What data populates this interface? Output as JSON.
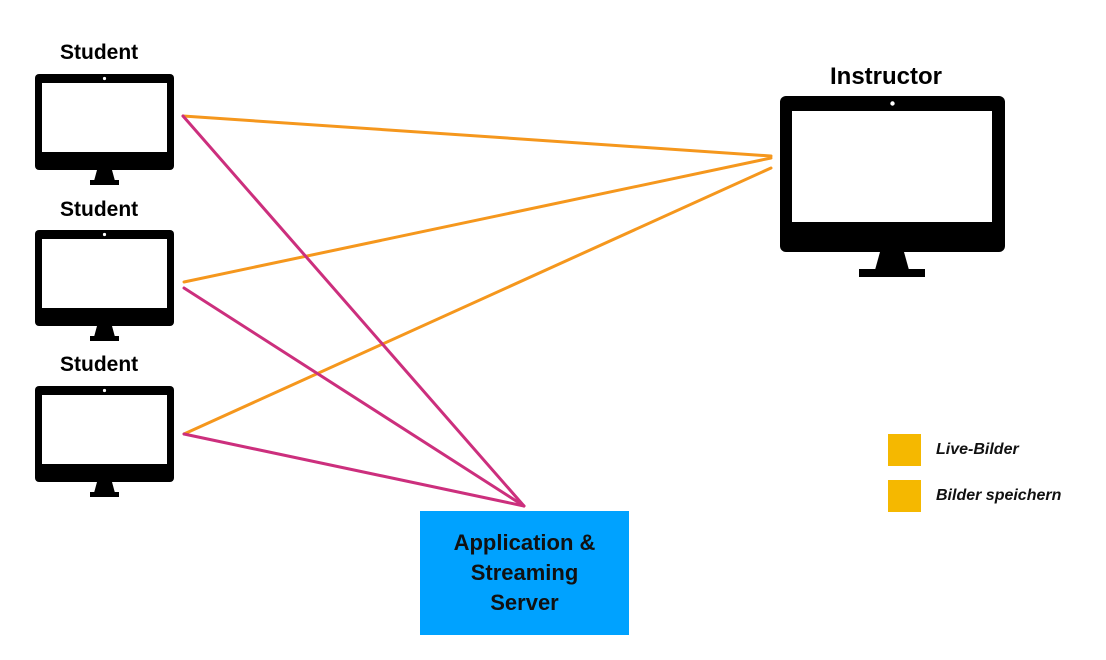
{
  "students": [
    {
      "label": "Student"
    },
    {
      "label": "Student"
    },
    {
      "label": "Student"
    }
  ],
  "instructor": {
    "label": "Instructor"
  },
  "server": {
    "lines": [
      "Application &",
      "Streaming",
      "Server"
    ],
    "color": "#00a2ff"
  },
  "legend": [
    {
      "label": "Live-Bilder",
      "color": "#f5b800"
    },
    {
      "label": "Bilder speichern",
      "color": "#f5b800"
    }
  ],
  "colors": {
    "instructor_link": "#f5971d",
    "server_link": "#cc2f7d",
    "monitor": "#000000",
    "screen": "#ffffff"
  },
  "icons": {
    "student_monitor": "monitor-icon",
    "instructor_monitor": "monitor-icon"
  }
}
